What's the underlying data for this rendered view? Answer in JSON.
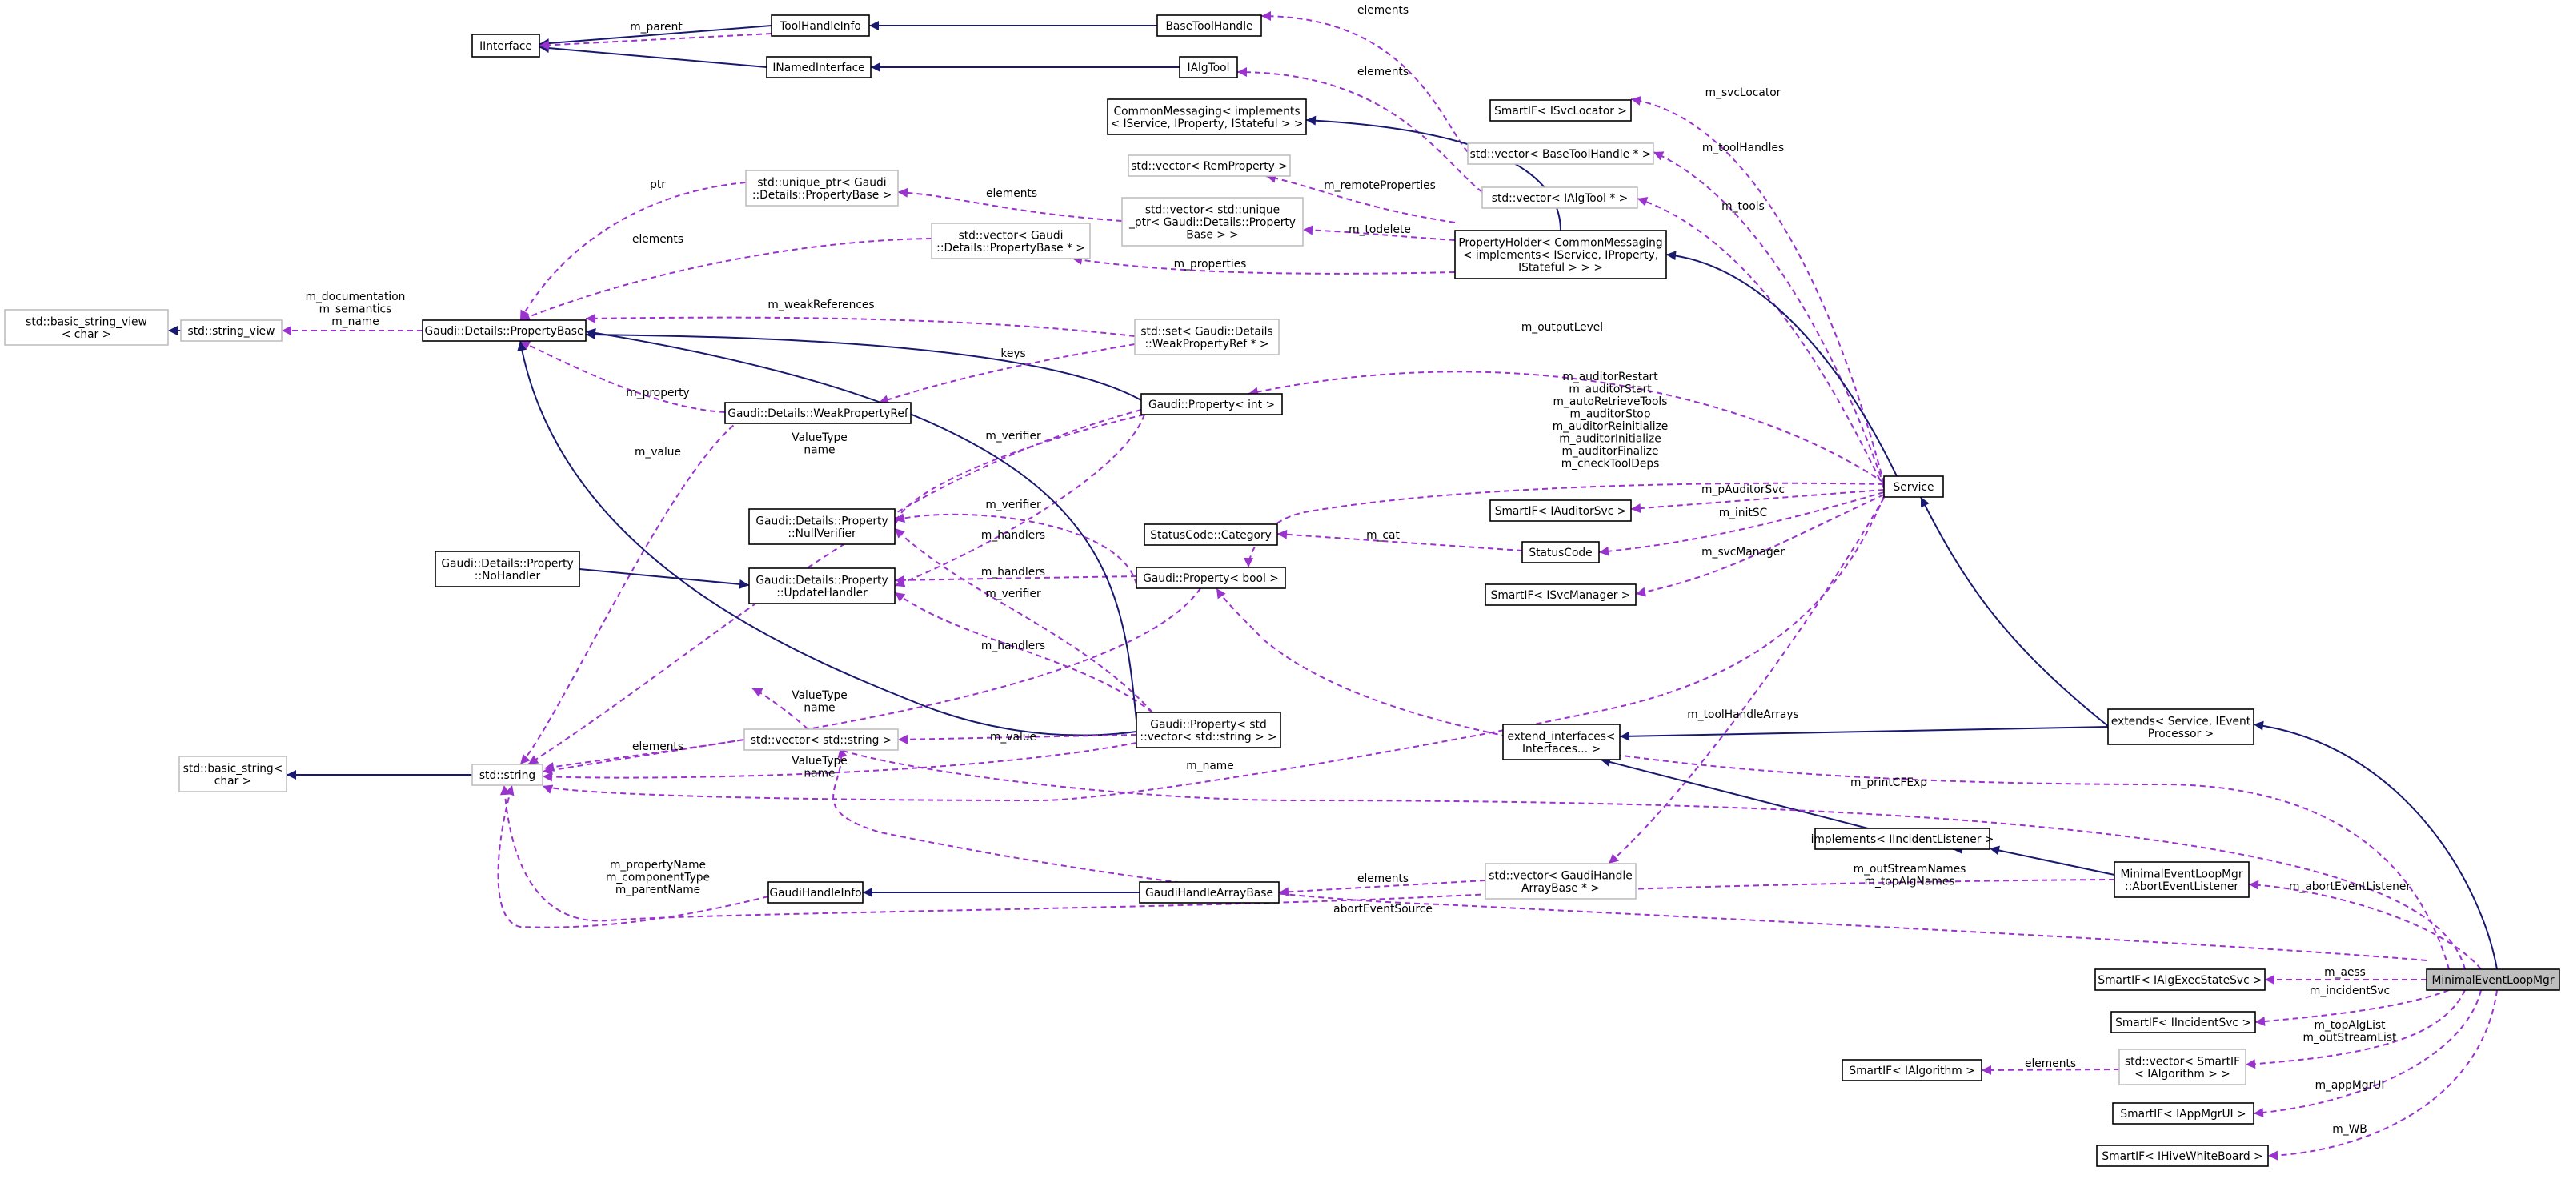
{
  "colors": {
    "inheritance": "#191970",
    "usage": "#9a32cd",
    "box_border": "#000000",
    "template_box_border": "#bfbfbf",
    "highlight_fill": "#bfbfbf"
  },
  "nodes": {
    "iinterface": [
      "IInterface"
    ],
    "toolhandleinfo": [
      "ToolHandleInfo"
    ],
    "inamedinterface": [
      "INamedInterface"
    ],
    "basetoolhandle": [
      "BaseToolHandle"
    ],
    "ialgtool": [
      "IAlgTool"
    ],
    "commonmessaging": [
      "CommonMessaging< implements",
      "< IService, IProperty, IStateful > >"
    ],
    "smartif_isvclocator": [
      "SmartIF< ISvcLocator >"
    ],
    "vec_basetoolhandle": [
      "std::vector< BaseToolHandle * >"
    ],
    "vec_ialgtool": [
      "std::vector< IAlgTool * >"
    ],
    "vec_remproperty": [
      "std::vector< RemProperty >"
    ],
    "unique_ptr_pb": [
      "std::unique_ptr< Gaudi",
      "::Details::PropertyBase >"
    ],
    "vec_unique_ptr": [
      "std::vector< std::unique",
      "_ptr< Gaudi::Details::Property",
      "Base > >"
    ],
    "vec_pb_ptr": [
      "std::vector< Gaudi",
      "::Details::PropertyBase * >"
    ],
    "propertyholder": [
      "PropertyHolder< CommonMessaging",
      "< implements< IService, IProperty,",
      "IStateful > > >"
    ],
    "basic_string_view": [
      "std::basic_string_view",
      "< char >"
    ],
    "string_view": [
      "std::string_view"
    ],
    "propertybase": [
      "Gaudi::Details::PropertyBase"
    ],
    "set_weakref": [
      "std::set< Gaudi::Details",
      "::WeakPropertyRef * >"
    ],
    "weakpropertyref": [
      "Gaudi::Details::WeakPropertyRef"
    ],
    "property_int": [
      "Gaudi::Property< int >"
    ],
    "service": [
      "Service"
    ],
    "nullverifier": [
      "Gaudi::Details::Property",
      "::NullVerifier"
    ],
    "smartif_iauditorsvc": [
      "SmartIF< IAuditorSvc >"
    ],
    "statuscode_category": [
      "StatusCode::Category"
    ],
    "statuscode": [
      "StatusCode"
    ],
    "nohandler": [
      "Gaudi::Details::Property",
      "::NoHandler"
    ],
    "updatehandler": [
      "Gaudi::Details::Property",
      "::UpdateHandler"
    ],
    "property_bool": [
      "Gaudi::Property< bool >"
    ],
    "smartif_isvcmanager": [
      "SmartIF< ISvcManager >"
    ],
    "extend_interfaces": [
      "extend_interfaces<",
      "Interfaces... >"
    ],
    "extends_service": [
      "extends< Service, IEvent",
      "Processor >"
    ],
    "property_vec_string": [
      "Gaudi::Property< std",
      "::vector< std::string > >"
    ],
    "basic_string": [
      "std::basic_string<",
      "char >"
    ],
    "std_string": [
      "std::string"
    ],
    "vec_string": [
      "std::vector< std::string >"
    ],
    "implements_iincident": [
      "implements< IIncidentListener >"
    ],
    "gaudihandleinfo": [
      "GaudiHandleInfo"
    ],
    "gaudihandlearraybase": [
      "GaudiHandleArrayBase"
    ],
    "vec_gaudihandlearraybase": [
      "std::vector< GaudiHandle",
      "ArrayBase * >"
    ],
    "abort_event_listener": [
      "MinimalEventLoopMgr",
      "::AbortEventListener"
    ],
    "minimal_event_loop_mgr": [
      "MinimalEventLoopMgr"
    ],
    "smartif_ialgexecstatesvc": [
      "SmartIF< IAlgExecStateSvc >"
    ],
    "smartif_iincidentsvc": [
      "SmartIF< IIncidentSvc >"
    ],
    "smartif_ialgorithm": [
      "SmartIF< IAlgorithm >"
    ],
    "vec_smartif_ialgorithm": [
      "std::vector< SmartIF",
      "< IAlgorithm > >"
    ],
    "smartif_iappmgrui": [
      "SmartIF< IAppMgrUI >"
    ],
    "smartif_ihivewhiteboard": [
      "SmartIF< IHiveWhiteBoard >"
    ]
  },
  "edge_labels": {
    "m_parent": [
      "m_parent"
    ],
    "elements_basetoolhandle": [
      "elements"
    ],
    "elements_ialgtool": [
      "elements"
    ],
    "m_svclocator": [
      "m_svcLocator"
    ],
    "m_toolhandles": [
      "m_toolHandles"
    ],
    "m_tools": [
      "m_tools"
    ],
    "ptr": [
      "ptr"
    ],
    "elements_unique": [
      "elements"
    ],
    "m_remoteproperties": [
      "m_remoteProperties"
    ],
    "m_todelete": [
      "m_todelete"
    ],
    "elements_pbptr": [
      "elements"
    ],
    "m_properties": [
      "m_properties"
    ],
    "string_view_members": [
      "m_documentation",
      "m_semantics",
      "m_name"
    ],
    "m_weakreferences": [
      "m_weakReferences"
    ],
    "keys": [
      "keys"
    ],
    "m_outputlevel": [
      "m_outputLevel"
    ],
    "m_property": [
      "m_property"
    ],
    "bool_members": [
      "m_auditorRestart",
      "m_auditorStart",
      "m_autoRetrieveTools",
      "m_auditorStop",
      "m_auditorReinitialize",
      "m_auditorInitialize",
      "m_auditorFinalize",
      "m_checkToolDeps"
    ],
    "m_value_weakref": [
      "m_value"
    ],
    "valuetype_int": [
      "ValueType",
      "name"
    ],
    "m_verifier_int": [
      "m_verifier"
    ],
    "m_pauditorsvc": [
      "m_pAuditorSvc"
    ],
    "m_verifier_bool": [
      "m_verifier"
    ],
    "m_initsc": [
      "m_initSC"
    ],
    "m_cat": [
      "m_cat"
    ],
    "m_handlers_int": [
      "m_handlers"
    ],
    "m_svcmanager": [
      "m_svcManager"
    ],
    "m_handlers_bool": [
      "m_handlers"
    ],
    "m_verifier_vec": [
      "m_verifier"
    ],
    "m_handlers_vec": [
      "m_handlers"
    ],
    "m_toolhandlearrays": [
      "m_toolHandleArrays"
    ],
    "valuetype_bool": [
      "ValueType",
      "name"
    ],
    "elements_vecstring": [
      "elements"
    ],
    "m_value_vec": [
      "m_value"
    ],
    "valuetype_vec": [
      "ValueType",
      "name"
    ],
    "m_name": [
      "m_name"
    ],
    "m_printcfexp": [
      "m_printCFExp"
    ],
    "handleinfo_members": [
      "m_propertyName",
      "m_componentType",
      "m_parentName"
    ],
    "elements_gaudihandle": [
      "elements"
    ],
    "stream_alg_names": [
      "m_outStreamNames",
      "m_topAlgNames"
    ],
    "m_aborteventlistener": [
      "m_abortEventListener"
    ],
    "aborteventsource": [
      "abortEventSource"
    ],
    "m_aess": [
      "m_aess"
    ],
    "m_incidentsvc": [
      "m_incidentSvc"
    ],
    "alg_lists": [
      "m_topAlgList",
      "m_outStreamList"
    ],
    "elements_smartif": [
      "elements"
    ],
    "m_appmgrui": [
      "m_appMgrUI"
    ],
    "m_wb": [
      "m_WB"
    ]
  }
}
